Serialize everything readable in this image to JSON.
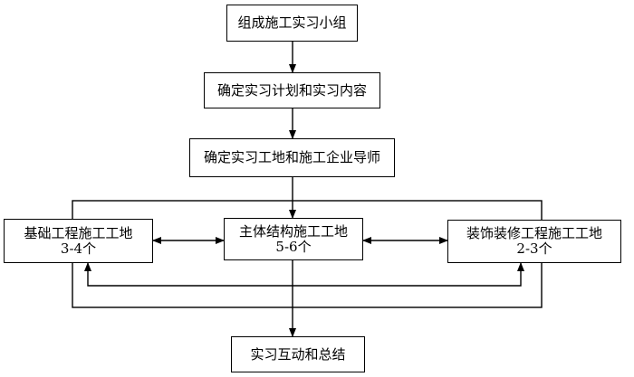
{
  "nodes": {
    "step1": "组成施工实习小组",
    "step2": "确定实习计划和实习内容",
    "step3": "确定实习工地和施工企业导师",
    "site_foundation": {
      "name": "基础工程施工工地",
      "count": "3-4个"
    },
    "site_main": {
      "name": "主体结构施工工地",
      "count": "5-6个"
    },
    "site_decoration": {
      "name": "装饰装修工程施工工地",
      "count": "2-3个"
    },
    "step_final": "实习互动和总结"
  }
}
